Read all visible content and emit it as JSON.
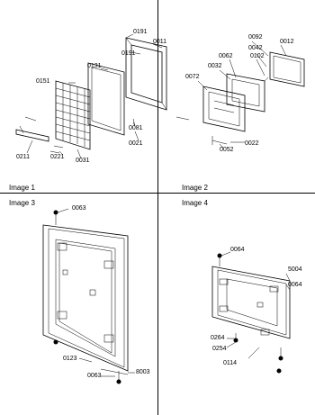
{
  "panels": [
    {
      "title": "Image 1",
      "labels": [
        "0191",
        "0191",
        "0011",
        "0131",
        "0151",
        "0081",
        "0021",
        "0211",
        "0221",
        "0031"
      ]
    },
    {
      "title": "Image 2",
      "labels": [
        "0092",
        "0012",
        "0042",
        "0062",
        "0102",
        "0032",
        "0072",
        "0022",
        "0052"
      ]
    },
    {
      "title": "Image 3",
      "labels": [
        "0063",
        "0123",
        "0063",
        "8003"
      ]
    },
    {
      "title": "Image 4",
      "labels": [
        "0064",
        "5004",
        "0064",
        "0264",
        "0254",
        "0114"
      ]
    }
  ]
}
